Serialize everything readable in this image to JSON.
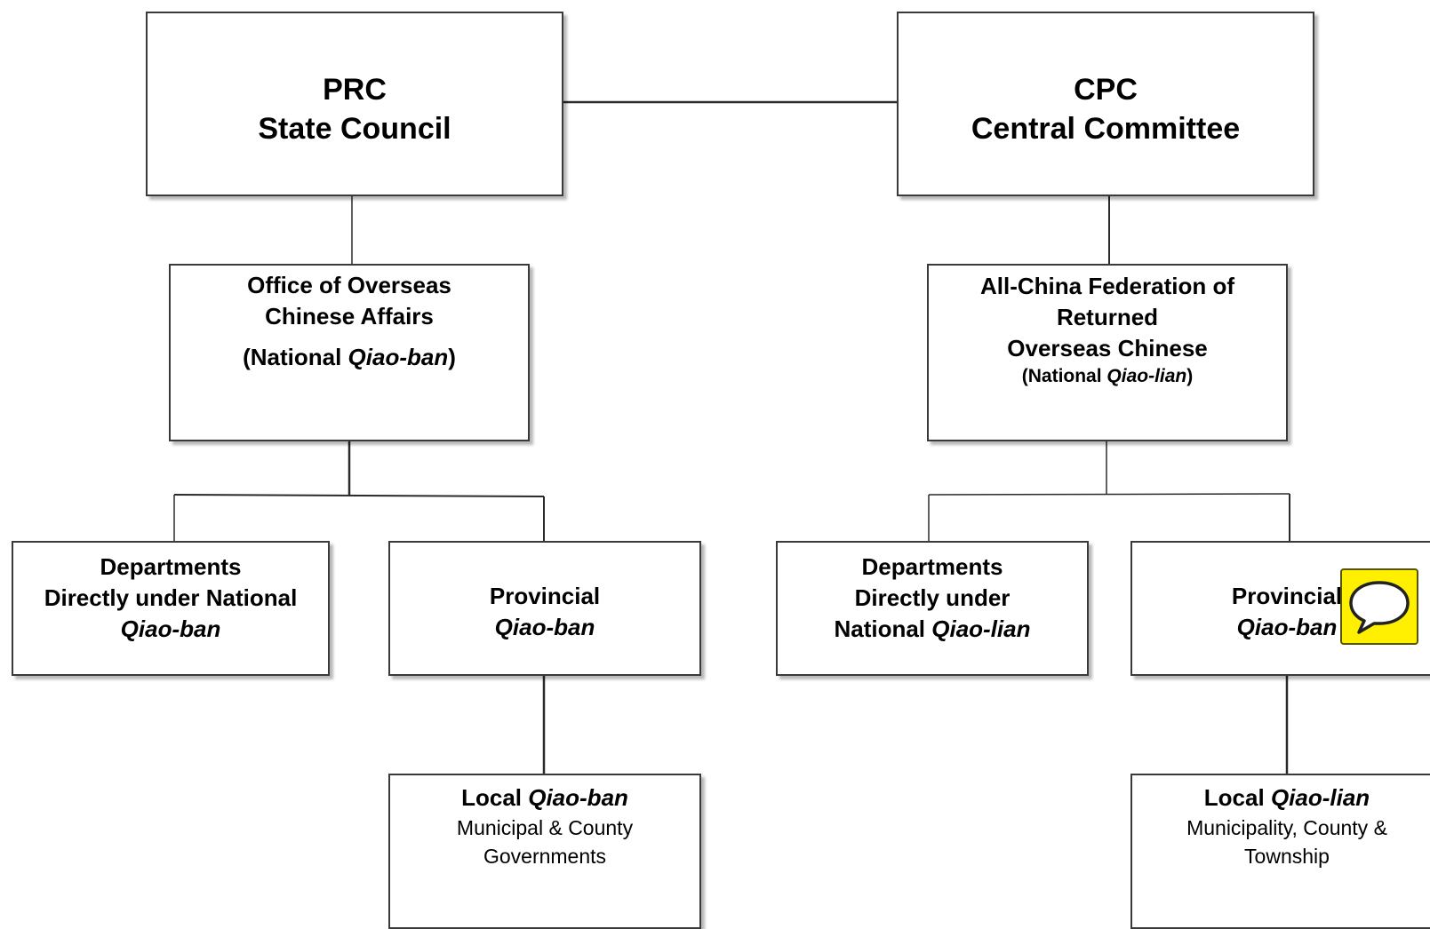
{
  "diagram": {
    "state_council": {
      "line1": "PRC",
      "line2": "State Council"
    },
    "central_committee": {
      "line1": "CPC",
      "line2": "Central Committee"
    },
    "ocao": {
      "line1": "Office of Overseas",
      "line2": "Chinese Affairs",
      "line3_prefix": "(National ",
      "line3_italic": "Qiao-ban",
      "line3_suffix": ")"
    },
    "acfroc": {
      "line1": "All-China Federation of",
      "line2": "Returned",
      "line3": "Overseas Chinese",
      "line4_prefix": "(National ",
      "line4_italic": "Qiao-lian",
      "line4_suffix": ")"
    },
    "dept_qiaoban": {
      "line1": "Departments",
      "line2": "Directly under National",
      "line3_italic": "Qiao-ban"
    },
    "prov_qiaoban": {
      "line1": "Provincial",
      "line2_italic": "Qiao-ban"
    },
    "dept_qiaolian": {
      "line1": "Departments",
      "line2": "Directly under",
      "line3_prefix": "National ",
      "line3_italic": "Qiao-lian"
    },
    "prov_qiaolian": {
      "line1": "Provincial",
      "line2_italic": "Qiao-ban"
    },
    "local_qiaoban": {
      "line1_prefix": "Local ",
      "line1_italic": "Qiao-ban",
      "line2": "Municipal & County",
      "line3": "Governments"
    },
    "local_qiaolian": {
      "line1_prefix": "Local ",
      "line1_italic": "Qiao-lian",
      "line2": "Municipality, County &",
      "line3": "Township"
    }
  },
  "comment_icon": {
    "icon": "speech-bubble-icon",
    "background": "#ffef00"
  }
}
